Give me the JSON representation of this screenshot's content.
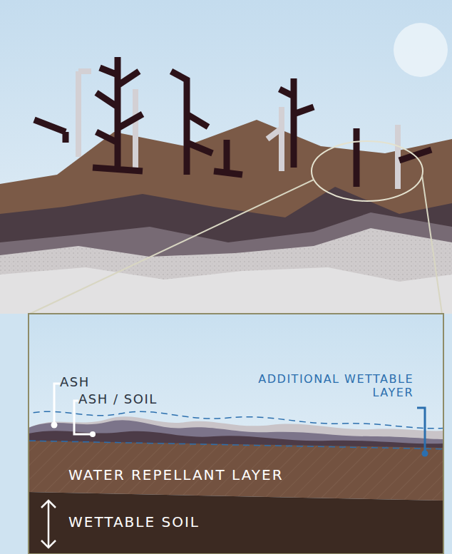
{
  "diagram": {
    "nodes": [
      {
        "text": [
          "WATER REPELLANT LAYER"
        ]
      },
      {
        "text": [
          "WETTABLE SOIL"
        ]
      }
    ],
    "labels": [
      "ASH",
      "ASH / SOIL",
      "ADDITIONAL WETTABLE LAYER"
    ]
  }
}
